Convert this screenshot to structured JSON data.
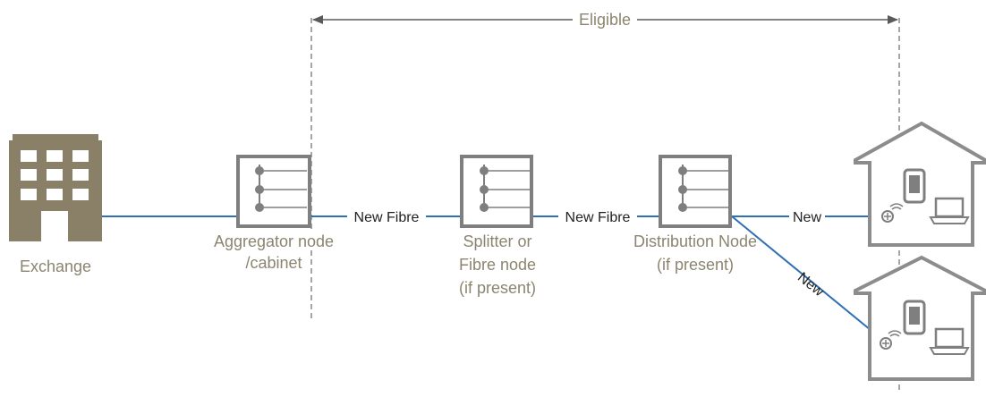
{
  "colors": {
    "fibre_line": "#2f6fb4",
    "node_frame": "#7f7f7f",
    "label_text": "#8b8570",
    "exchange_building": "#8a8068",
    "house": "#8c8c8c",
    "eligible_bracket": "#5a5a5a"
  },
  "eligible": {
    "label": "Eligible"
  },
  "exchange": {
    "label": "Exchange",
    "icon": "office-building-icon"
  },
  "nodes": [
    {
      "lines": [
        "Aggregator node",
        "/cabinet"
      ],
      "icon": "patch-panel-icon"
    },
    {
      "lines": [
        "Splitter or",
        "Fibre node",
        "(if present)"
      ],
      "icon": "patch-panel-icon"
    },
    {
      "lines": [
        "Distribution Node",
        "(if present)"
      ],
      "icon": "patch-panel-icon"
    }
  ],
  "links": {
    "new_fibre_1": "New Fibre",
    "new_fibre_2": "New Fibre",
    "new_house_1": "New",
    "new_house_2": "New"
  },
  "premises": [
    {
      "icon": "house-with-devices-icon"
    },
    {
      "icon": "house-with-devices-icon"
    }
  ]
}
